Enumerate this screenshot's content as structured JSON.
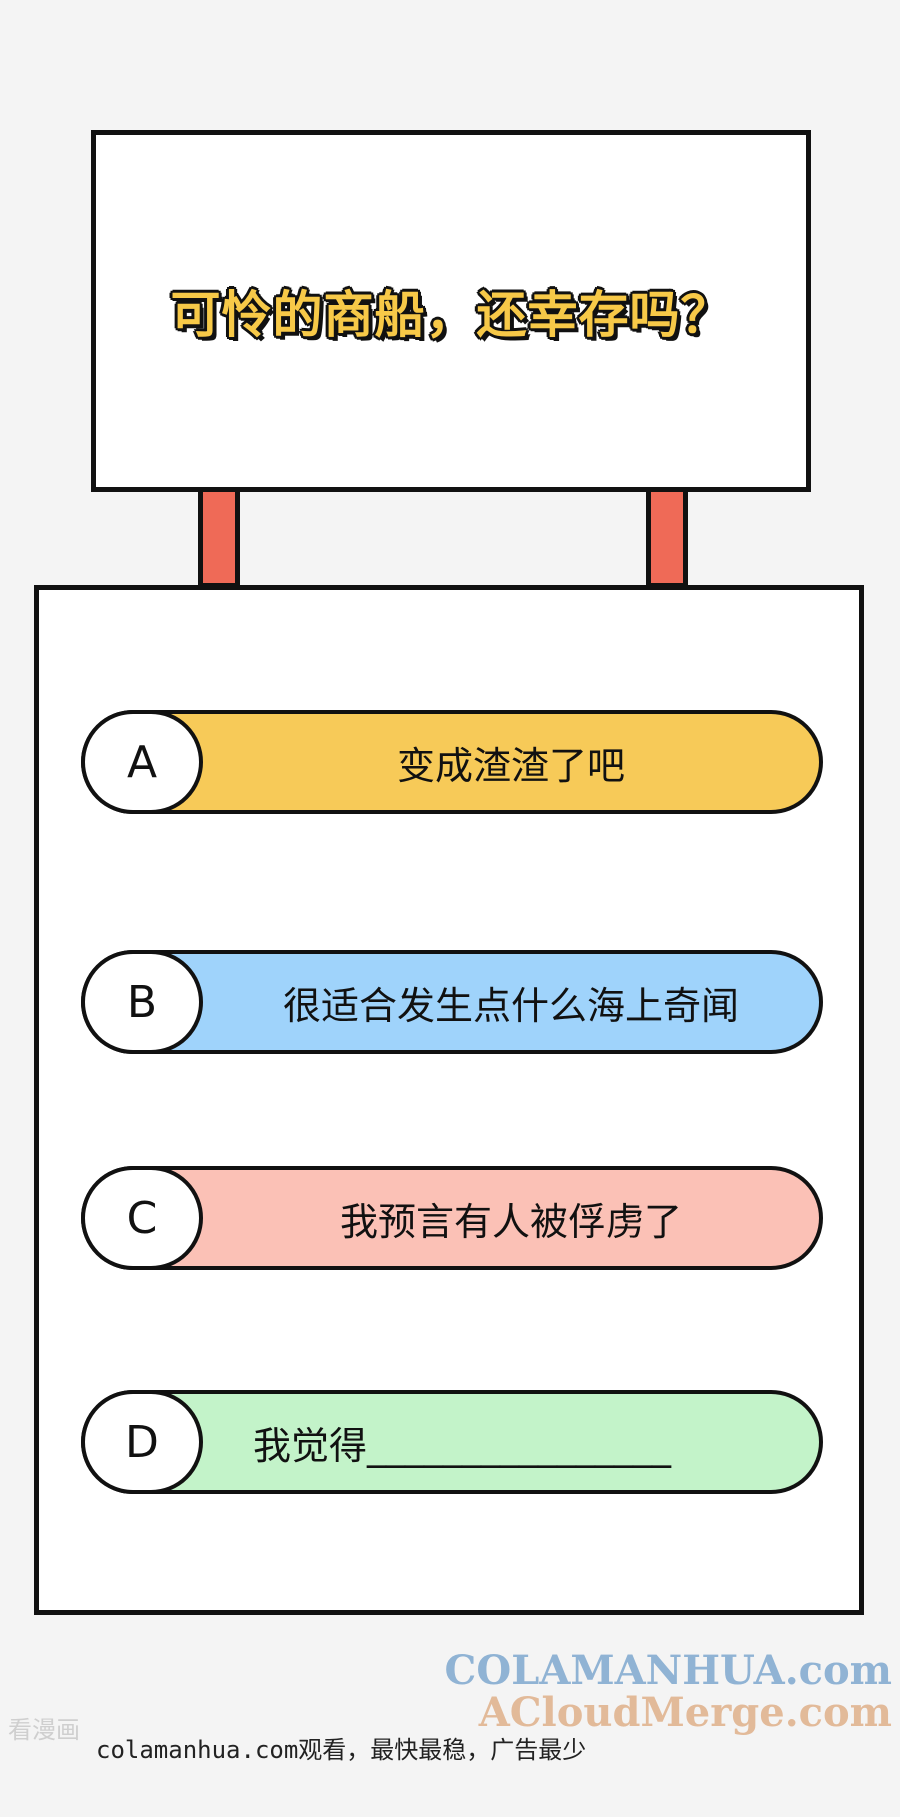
{
  "sign": {
    "title": "可怜的商船，还幸存吗？"
  },
  "options": [
    {
      "letter": "A",
      "text": "变成渣渣了吧",
      "color": "#f7ca58"
    },
    {
      "letter": "B",
      "text": "很适合发生点什么海上奇闻",
      "color": "#9fd3fb"
    },
    {
      "letter": "C",
      "text": "我预言有人被俘虏了",
      "color": "#fbc1b6"
    },
    {
      "letter": "D",
      "text": "我觉得________________",
      "color": "#c3f3c9"
    }
  ],
  "watermark": {
    "logo_line1": "COLAMANHUA.com",
    "logo_line2": "ACloudMerge.com",
    "left_text": "看漫画"
  },
  "footer": {
    "text": "colamanhua.com观看，最快最稳，广告最少"
  },
  "colors": {
    "post": "#ef6a57",
    "title": "#f7c948",
    "outline": "#111111"
  }
}
